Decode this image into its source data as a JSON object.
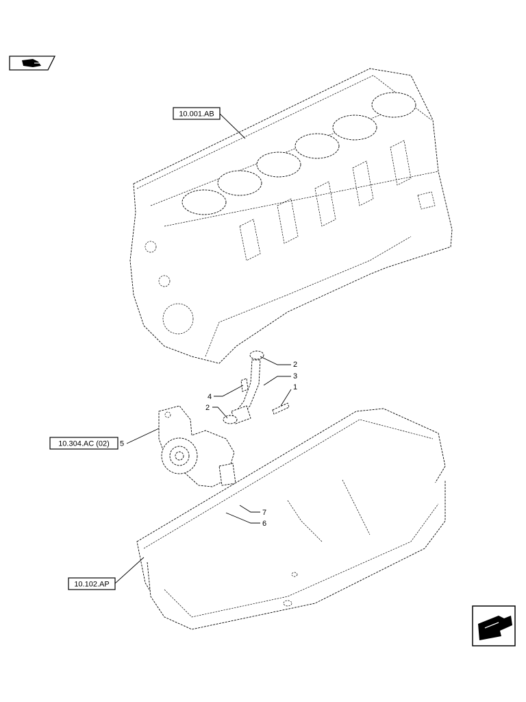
{
  "references": {
    "engine_block": "10.001.AB",
    "oil_pump": "10.304.AC (02)",
    "oil_sump": "10.102.AP"
  },
  "callouts": {
    "item_1": "1",
    "item_2_upper": "2",
    "item_2_lower": "2",
    "item_3": "3",
    "item_4": "4",
    "item_5": "5",
    "item_6": "6",
    "item_7": "7"
  },
  "icons": {
    "top_left": "book-hand-icon",
    "bottom_right": "next-page-arrow-icon"
  }
}
